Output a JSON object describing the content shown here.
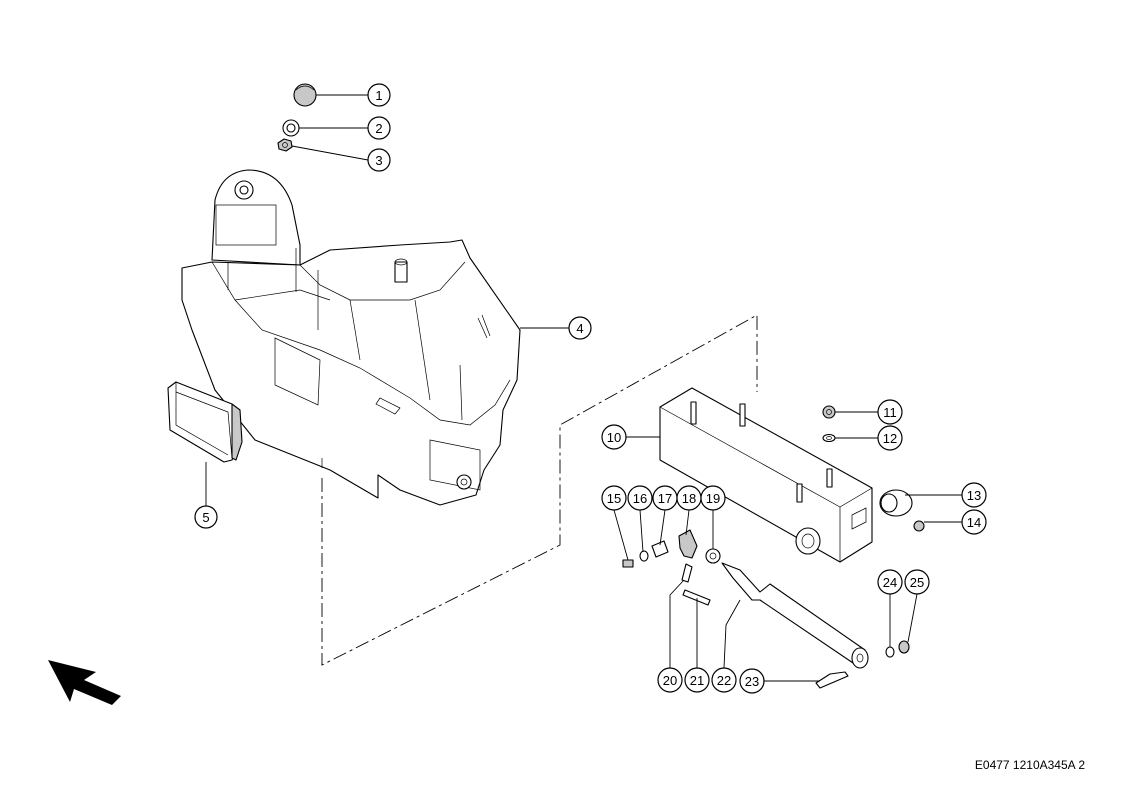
{
  "drawing_ref": "E0477 1210A345A 2",
  "callouts": [
    "1",
    "2",
    "3",
    "4",
    "5",
    "10",
    "11",
    "12",
    "13",
    "14",
    "15",
    "16",
    "17",
    "18",
    "19",
    "20",
    "21",
    "22",
    "23",
    "24",
    "25"
  ],
  "icons": {
    "direction_arrow": "arrow-up-left-icon"
  }
}
